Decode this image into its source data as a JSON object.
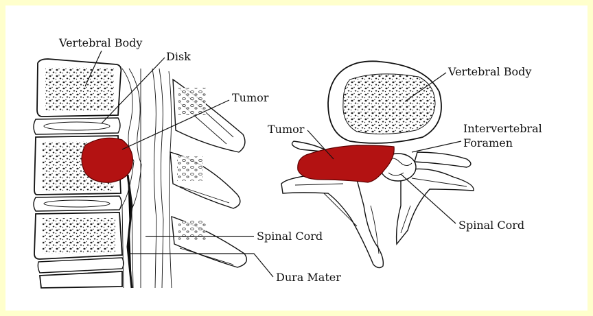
{
  "labels": {
    "left_vertebral_body": "Vertebral Body",
    "left_disk": "Disk",
    "left_tumor": "Tumor",
    "left_spinal_cord": "Spinal Cord",
    "left_dura_mater": "Dura Mater",
    "right_vertebral_body": "Vertebral Body",
    "right_tumor": "Tumor",
    "right_intervertebral_line1": "Intervertebral",
    "right_intervertebral_line2": "Foramen",
    "right_spinal_cord": "Spinal Cord"
  },
  "colors": {
    "frame": "#ffffcc",
    "panel": "#ffffff",
    "tumor": "#b31212",
    "ink": "#111111"
  }
}
